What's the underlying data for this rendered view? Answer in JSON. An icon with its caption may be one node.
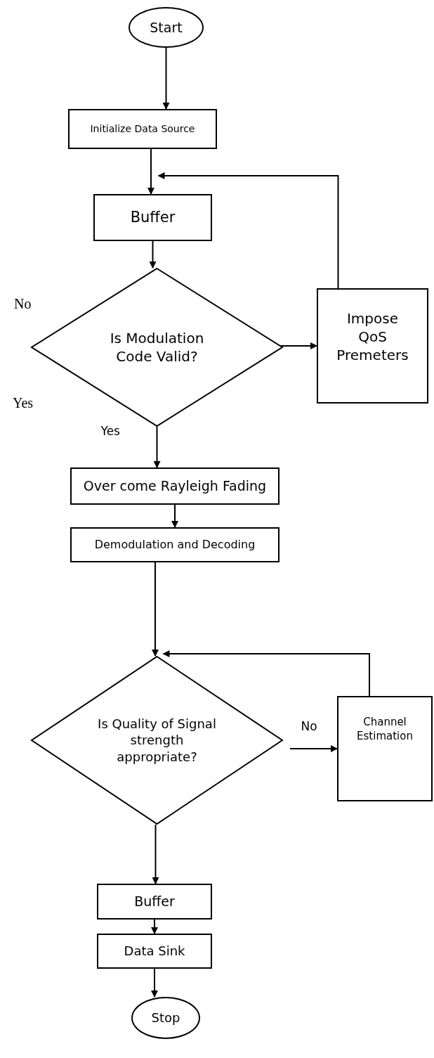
{
  "diagram": {
    "nodes": [
      {
        "text": [
          "Start"
        ]
      },
      {
        "text": [
          "Initialize Data Source"
        ]
      },
      {
        "text": [
          "Buffer"
        ]
      },
      {
        "text": [
          "Is Modulation Code Valid?"
        ],
        "beside": [
          "No",
          "Yes"
        ]
      },
      {
        "text": [
          "Impose QoS Premeters"
        ]
      },
      {
        "text": [
          "Over come Rayleigh Fading"
        ]
      },
      {
        "text": [
          "Demodulation and Decoding"
        ]
      },
      {
        "text": [
          "Is Quality of Signal strength appropriate?"
        ]
      },
      {
        "text": [
          "Channel Estimation"
        ]
      },
      {
        "text": [
          "Buffer"
        ]
      },
      {
        "text": [
          "Data Sink"
        ]
      },
      {
        "text": [
          "Stop"
        ]
      }
    ],
    "edges": [
      {
        "from": 0,
        "to": 1,
        "arrow": "to"
      },
      {
        "from": 1,
        "to": 2,
        "arrow": "to"
      },
      {
        "from": 2,
        "to": 3,
        "arrow": "to"
      },
      {
        "from": 3,
        "to": 4,
        "arrow": "to"
      },
      {
        "from": 4,
        "to": 2,
        "arrow": "to"
      },
      {
        "from": 3,
        "to": 5,
        "arrow": "to",
        "label": "Yes"
      },
      {
        "from": 5,
        "to": 6,
        "arrow": "to"
      },
      {
        "from": 6,
        "to": 7,
        "arrow": "to"
      },
      {
        "from": 7,
        "to": 8,
        "arrow": "to",
        "label": "No"
      },
      {
        "from": 8,
        "to": 7,
        "arrow": "to"
      },
      {
        "from": 7,
        "to": 9,
        "arrow": "to"
      },
      {
        "from": 9,
        "to": 10,
        "arrow": "to"
      },
      {
        "from": 10,
        "to": 11,
        "arrow": "to"
      }
    ]
  }
}
